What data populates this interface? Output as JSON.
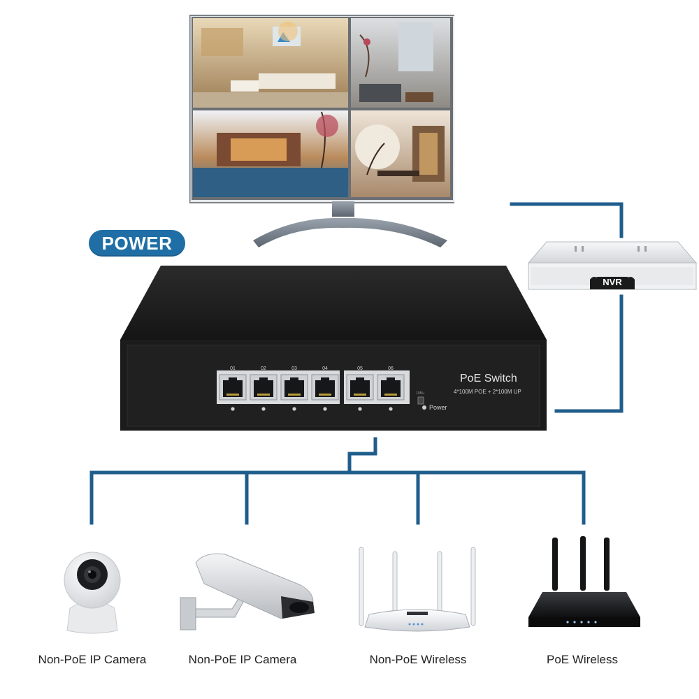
{
  "power_badge": "POWER",
  "nvr_label": "NVR",
  "switch": {
    "title": "PoE Switch",
    "subtitle": "4*100M POE + 2*100M UP",
    "ports": [
      "01",
      "02",
      "03",
      "04",
      "05",
      "06"
    ],
    "power_label": "Power",
    "mode_label": "10M+"
  },
  "devices": [
    {
      "label": "Non-PoE IP Camera",
      "icon": "dome-camera-icon"
    },
    {
      "label": "Non-PoE IP Camera",
      "icon": "bullet-camera-icon"
    },
    {
      "label": "Non-PoE Wireless",
      "icon": "white-router-icon"
    },
    {
      "label": "PoE Wireless",
      "icon": "black-router-icon"
    }
  ],
  "colors": {
    "line": "#1f5d8c",
    "badge": "#1f6fa6",
    "switch_body": "#1b1b1b"
  }
}
